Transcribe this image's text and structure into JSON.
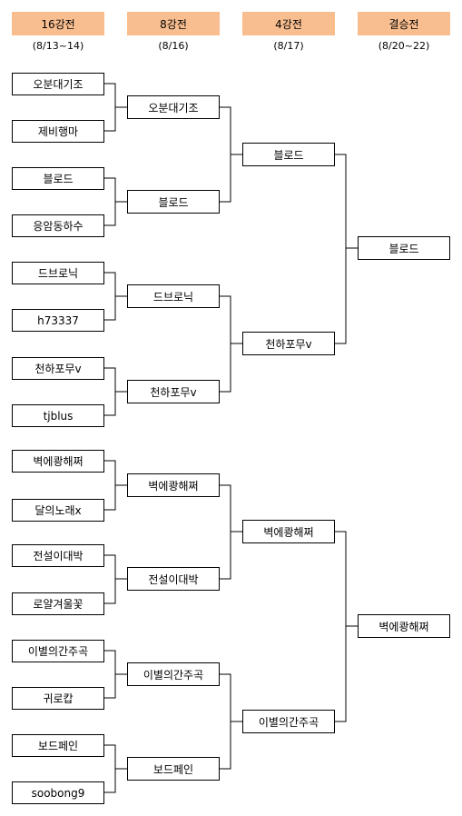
{
  "rounds": [
    {
      "title": "16강전",
      "date": "(8/13~14)"
    },
    {
      "title": "8강전",
      "date": "(8/16)"
    },
    {
      "title": "4강전",
      "date": "(8/17)"
    },
    {
      "title": "결승전",
      "date": "(8/20~22)"
    }
  ],
  "round16": [
    "오분대기조",
    "제비행마",
    "블로드",
    "응암동하수",
    "드브로닉",
    "h73337",
    "천하포무v",
    "tjblus",
    "벽에쾅해쩌",
    "달의노래x",
    "전설이대박",
    "로얄겨울꽃",
    "이별의간주곡",
    "귀로캅",
    "보드페인",
    "soobong9"
  ],
  "quarterfinals": [
    "오분대기조",
    "블로드",
    "드브로닉",
    "천하포무v",
    "벽에쾅해쩌",
    "전설이대박",
    "이별의간주곡",
    "보드페인"
  ],
  "semifinals": [
    "블로드",
    "천하포무v",
    "벽에쾅해쩌",
    "이별의간주곡"
  ],
  "finals": [
    "블로드",
    "벽에쾅해쩌"
  ]
}
